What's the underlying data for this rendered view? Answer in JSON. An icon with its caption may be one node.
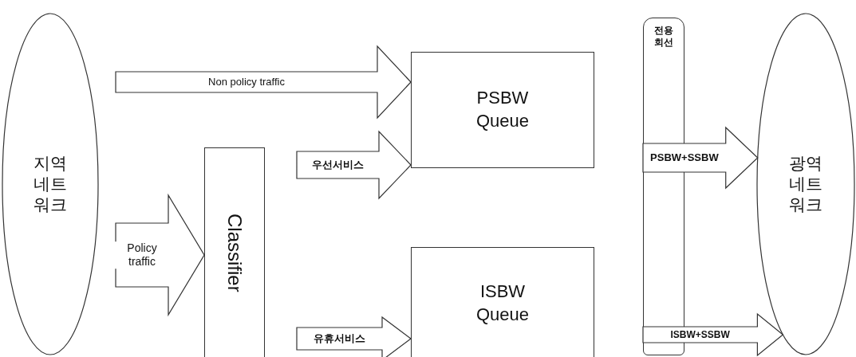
{
  "diagram": {
    "nodes": [
      {
        "text": [
          "지역 네트워크"
        ]
      },
      {
        "text": [
          "Classifier"
        ]
      },
      {
        "text": [
          "PSBW Queue"
        ]
      },
      {
        "text": [
          "ISBW Queue"
        ]
      },
      {
        "text": [
          "전용 회선"
        ]
      },
      {
        "text": [
          "광역 네트워크"
        ]
      }
    ],
    "edges": [
      {
        "from": 0,
        "to": 2,
        "arrow": "to",
        "label": "Non policy traffic"
      },
      {
        "from": 0,
        "to": 1,
        "arrow": "to",
        "label": "Policy traffic"
      },
      {
        "from": 1,
        "to": 2,
        "arrow": "to",
        "label": "우선서비스"
      },
      {
        "from": 1,
        "to": 3,
        "arrow": "to",
        "label": "유휴서비스"
      },
      {
        "from": 4,
        "to": 5,
        "arrow": "to",
        "label": "PSBW+SSBW"
      },
      {
        "from": 4,
        "to": 5,
        "arrow": "to",
        "label": "ISBW+SSBW"
      }
    ]
  }
}
